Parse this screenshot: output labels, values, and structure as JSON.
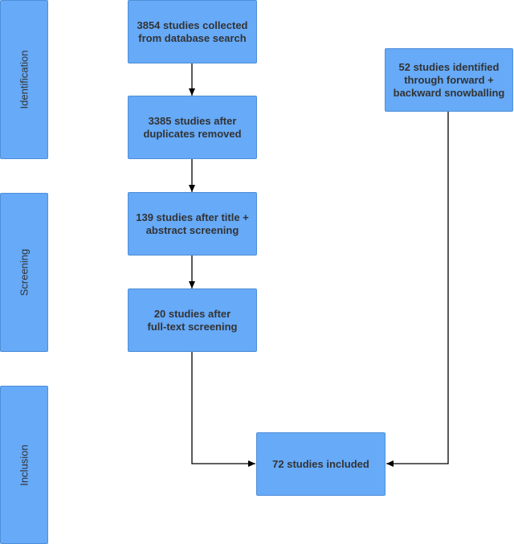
{
  "phases": {
    "identification": "Identification",
    "screening": "Screening",
    "inclusion": "Inclusion"
  },
  "boxes": {
    "collected": "3854 studies collected\nfrom database search",
    "duplicates": "3385 studies after\nduplicates removed",
    "title_abstract": "139 studies after title +\nabstract screening",
    "full_text": "20 studies after\nfull-text screening",
    "snowballing": "52 studies identified\nthrough forward +\nbackward snowballing",
    "included": "72 studies included"
  },
  "colors": {
    "box_fill": "#66aaf8",
    "box_border": "#4f8fd9",
    "text": "#333333",
    "arrow": "#000000"
  }
}
